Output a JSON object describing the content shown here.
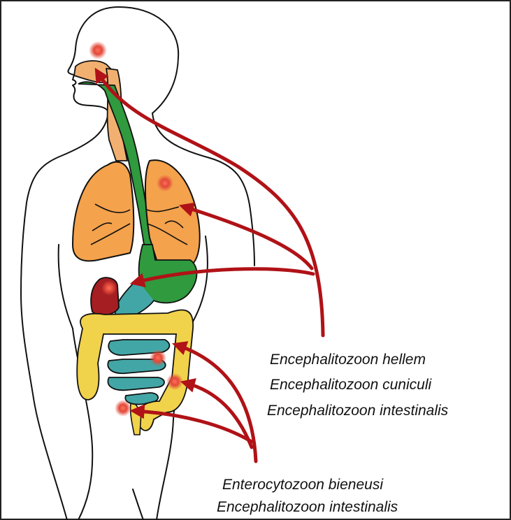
{
  "colors": {
    "outline": "#111111",
    "arrow": "#b01217",
    "lung": "#f4a24c",
    "trachea": "#f2b070",
    "stomach": "#2f9a3e",
    "colon": "#f1d24b",
    "small_intestine": "#43a6a6",
    "liver": "#a41e22",
    "infection_spot": "#e24a3a"
  },
  "labels": {
    "upper_group": [
      "Encephalitozoon hellem",
      "Encephalitozoon cuniculi",
      "Encephalitozoon intestinalis"
    ],
    "lower_group": [
      "Enterocytozoon bieneusi",
      "Encephalitozoon intestinalis"
    ]
  }
}
